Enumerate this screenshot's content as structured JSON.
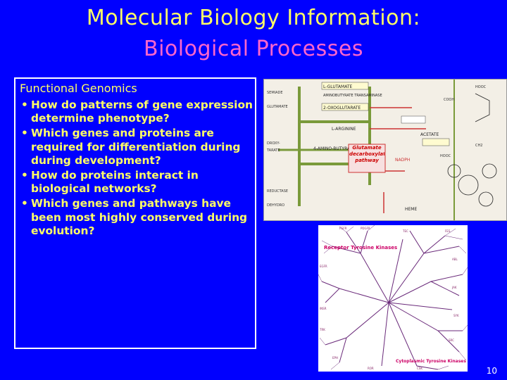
{
  "slide": {
    "title_line1": "Molecular Biology Information:",
    "title_line2": "Biological Processes",
    "page_number": "10"
  },
  "content": {
    "heading": "Functional Genomics",
    "bullets": [
      "How do patterns of gene expression determine phenotype?",
      "Which genes and proteins are required for differentiation during during development?",
      "How do proteins interact in biological networks?",
      "Which genes and pathways have been most highly conserved during evolution?"
    ]
  },
  "pathway_image": {
    "labels": {
      "glutamate": "L-GLUTAMATE",
      "aminobutyrate_trans": "AMINOBUTYRATE TRANSAMINASE",
      "oxoglutarate": "2-OXOGLUTARATE",
      "arginine": "L-ARGININE",
      "aminobutyrate": "4-AMINO-BUTYRATE",
      "decarboxylation": "Glutamate decarboxylation pathway",
      "nadh": "NADPH",
      "acetate": "ACETATE",
      "heme": "HEME"
    }
  },
  "tree_image": {
    "receptor_label": "Receptor Tyrosine Kinases",
    "cytoplasmic_label": "Cytoplasmic Tyrosine Kinases"
  }
}
